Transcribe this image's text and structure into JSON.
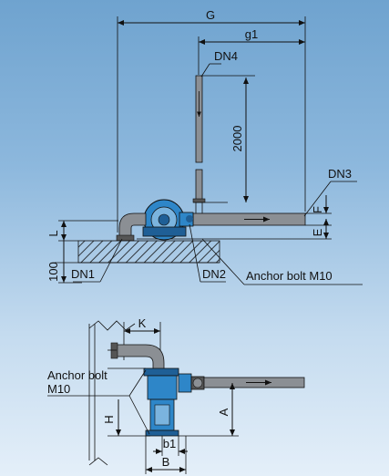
{
  "labels": {
    "G": "G",
    "g1": "g1",
    "DN4": "DN4",
    "len2000": "2000",
    "DN3": "DN3",
    "F": "F",
    "E": "E",
    "L": "L",
    "h100": "100",
    "DN1": "DN1",
    "DN2": "DN2",
    "anchor_top": "Anchor bolt M10",
    "K": "K",
    "anchor_bottom_1": "Anchor bolt",
    "anchor_bottom_2": "M10",
    "H": "H",
    "A": "A",
    "b1": "b1",
    "B": "B"
  },
  "colors": {
    "pipe_fill": "#8b8f94",
    "pipe_light": "#aeb2b6",
    "pump_blue": "#2e86c8",
    "pump_dark": "#1f5f96"
  }
}
